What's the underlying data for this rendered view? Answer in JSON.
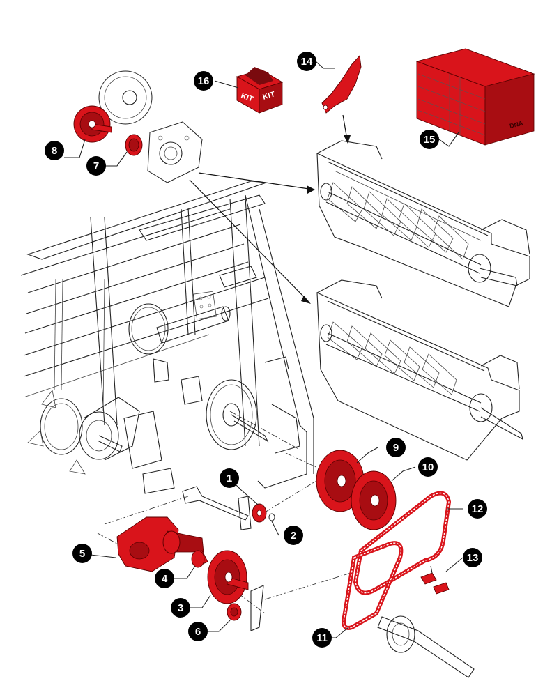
{
  "diagram": {
    "callouts": [
      {
        "id": "callout-1",
        "label": "1"
      },
      {
        "id": "callout-2",
        "label": "2"
      },
      {
        "id": "callout-3",
        "label": "3"
      },
      {
        "id": "callout-4",
        "label": "4"
      },
      {
        "id": "callout-5",
        "label": "5"
      },
      {
        "id": "callout-6",
        "label": "6"
      },
      {
        "id": "callout-7",
        "label": "7"
      },
      {
        "id": "callout-8",
        "label": "8"
      },
      {
        "id": "callout-9",
        "label": "9"
      },
      {
        "id": "callout-10",
        "label": "10"
      },
      {
        "id": "callout-11",
        "label": "11"
      },
      {
        "id": "callout-12",
        "label": "12"
      },
      {
        "id": "callout-13",
        "label": "13"
      },
      {
        "id": "callout-14",
        "label": "14"
      },
      {
        "id": "callout-15",
        "label": "15"
      },
      {
        "id": "callout-16",
        "label": "16"
      }
    ],
    "kit_box": {
      "text_left": "KIT",
      "text_right": "KIT"
    },
    "crate": {
      "marking": "DNA"
    },
    "colors": {
      "highlight": "#d9141b",
      "highlight_dark": "#a80d12",
      "outline": "#222222",
      "callout_fill": "#000000",
      "callout_text": "#ffffff"
    }
  }
}
